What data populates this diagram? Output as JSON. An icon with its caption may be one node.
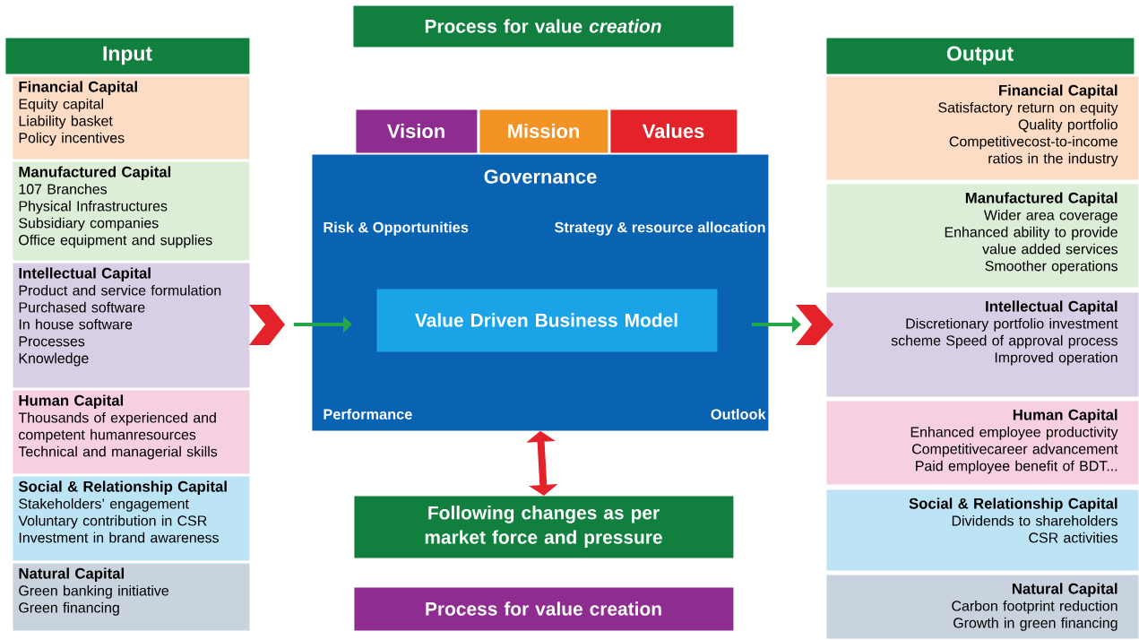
{
  "diagram": {
    "nodes": [
      {
        "text": [
          "Process for value *creation*"
        ]
      },
      {
        "text": [
          "Input"
        ]
      },
      {
        "text": [
          "Financial Capital",
          "Equity capital",
          "Liability basket",
          "Policy incentives"
        ]
      },
      {
        "text": [
          "Manufactured Capital",
          "107 Branches",
          "Physical Infrastructures",
          "Subsidiary companies",
          "Office equipment and supplies"
        ]
      },
      {
        "text": [
          "Intellectual Capital",
          "Product and service formulation",
          "Purchased software",
          "In house software",
          "Processes",
          "Knowledge"
        ]
      },
      {
        "text": [
          "Human Capital",
          "Thousands of experienced and competent humanresources",
          "Technical and managerial skills"
        ]
      },
      {
        "text": [
          "Social & Relationship Capital",
          "Stakeholders’ engagement",
          "Voluntary contribution in CSR",
          "Investment in brand awareness"
        ]
      },
      {
        "text": [
          "Natural Capital",
          "Green banking initiative",
          "Green financing"
        ]
      },
      {
        "text": [
          "Vision"
        ]
      },
      {
        "text": [
          "Mission"
        ]
      },
      {
        "text": [
          "Values"
        ]
      },
      {
        "text": [
          "Governance",
          "Risk & Opportunities",
          "Strategy & resource allocation",
          "Performance",
          "Outlook"
        ]
      },
      {
        "text": [
          "Value Driven Business Model"
        ],
        "in": 11
      },
      {
        "text": [
          "Following changes as per market force and pressure"
        ]
      },
      {
        "text": [
          "Process for value creation"
        ]
      },
      {
        "text": [
          "Output"
        ]
      },
      {
        "text": [
          "Financial Capital",
          "Satisfactory return on equity",
          "Quality portfolio",
          "Competitivecost-to-income ratios in the industry"
        ]
      },
      {
        "text": [
          "Manufactured Capital",
          "Wider area coverage",
          "Enhanced ability to provide value added services",
          "Smoother operations"
        ]
      },
      {
        "text": [
          "Intellectual Capital",
          "Discretionary portfolio investment scheme Speed of approval process",
          "Improved operation"
        ]
      },
      {
        "text": [
          "Human Capital",
          "Enhanced employee productivity",
          "Competitivecareer advancement",
          "Paid employee benefit of BDT..."
        ]
      },
      {
        "text": [
          "Social & Relationship Capital",
          "Dividends to shareholders",
          "CSR activities"
        ]
      },
      {
        "text": [
          "Natural Capital",
          "Carbon footprint reduction",
          "Growth in green financing"
        ]
      }
    ],
    "edges": [
      {
        "from": 4,
        "to": 12,
        "arrow": "to"
      },
      {
        "from": 12,
        "to": 18,
        "arrow": "to"
      },
      {
        "from": 11,
        "to": 13,
        "arrow": "both",
        "style": "thick",
        "color": "#e42229"
      }
    ]
  }
}
